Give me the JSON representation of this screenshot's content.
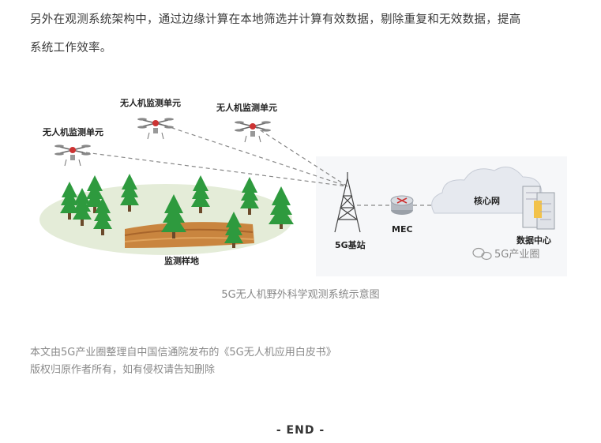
{
  "article": {
    "line1": "另外在观测系统架构中，通过边缘计算在本地筛选并计算有效数据，剔除重复和无效数据，提高",
    "line2": "系统工作效率。"
  },
  "figure": {
    "drone_label_left": "无人机监测单元",
    "drone_label_mid": "无人机监测单元",
    "drone_label_right": "无人机监测单元",
    "plot_label": "监测样地",
    "base_station_label": "5G基站",
    "mec_label": "MEC",
    "core_network_label": "核心网",
    "data_center_label": "数据中心",
    "watermark": "5G产业圈",
    "caption": "5G无人机野外科学观测系统示意图"
  },
  "source": {
    "line1": "本文由5G产业圈整理自中国信通院发布的《5G无人机应用白皮书》",
    "line2": "版权归原作者所有，如有侵权请告知删除"
  },
  "footer": {
    "end_mark": "- END -"
  },
  "colors": {
    "tree": "#2e9a3e",
    "ground": "#e4ecd8",
    "soil": "#c9853f",
    "cloud": "#e6e9ef"
  }
}
